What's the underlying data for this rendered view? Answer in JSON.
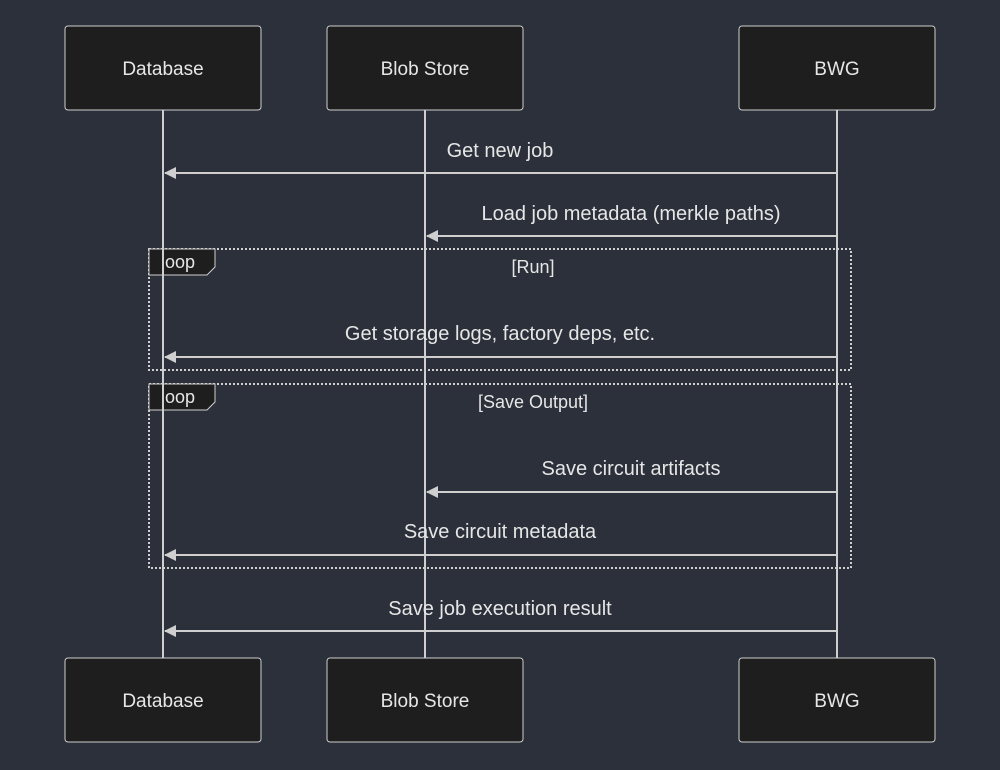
{
  "actors": [
    {
      "id": "db",
      "label": "Database"
    },
    {
      "id": "blob",
      "label": "Blob Store"
    },
    {
      "id": "bwg",
      "label": "BWG"
    }
  ],
  "messages": [
    {
      "from": "bwg",
      "to": "db",
      "label": "Get new job"
    },
    {
      "from": "bwg",
      "to": "blob",
      "label": "Load job metadata (merkle paths)"
    },
    {
      "from": "bwg",
      "to": "db",
      "label": "Get storage logs, factory deps, etc."
    },
    {
      "from": "bwg",
      "to": "blob",
      "label": "Save circuit artifacts"
    },
    {
      "from": "bwg",
      "to": "db",
      "label": "Save circuit metadata"
    },
    {
      "from": "bwg",
      "to": "db",
      "label": "Save job execution result"
    }
  ],
  "loops": [
    {
      "tag": "loop",
      "condition": "[Run]",
      "messages": [
        2
      ]
    },
    {
      "tag": "loop",
      "condition": "[Save Output]",
      "messages": [
        3,
        4
      ]
    }
  ]
}
